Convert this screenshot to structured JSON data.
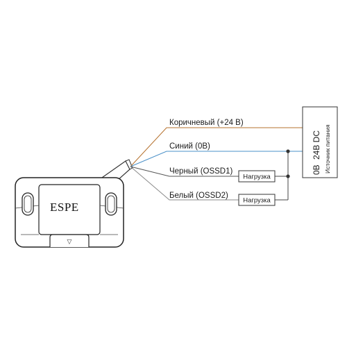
{
  "device": {
    "brand": "ESPE",
    "indicator": "▽"
  },
  "wires": [
    {
      "label": "Коричневый (+24 В)",
      "color": "#b5712e"
    },
    {
      "label": "Синий (0В)",
      "color": "#4a90c8"
    },
    {
      "label": "Черный (OSSD1)",
      "color": "#555555"
    },
    {
      "label": "Белый (OSSD2)",
      "color": "#8a8a8a"
    }
  ],
  "loads": {
    "load1_label": "Нагрузка",
    "load2_label": "Нагрузка"
  },
  "power_supply": {
    "terminal_0v": "0В",
    "terminal_24v": "24В DC",
    "caption": "Источник питания"
  }
}
